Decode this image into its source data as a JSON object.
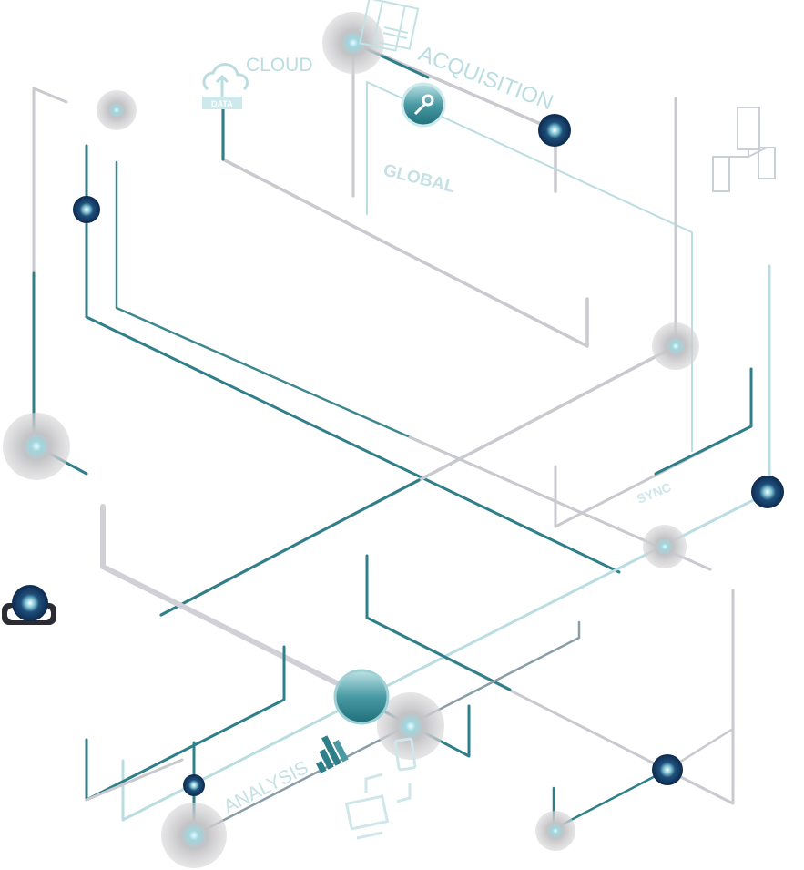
{
  "labels": {
    "cloud": "CLOUD",
    "data": "DATA",
    "acquisition": "ACQUISITION",
    "global": "GLOBAL",
    "sync": "SYNC",
    "analysis": "ANALYSIS"
  },
  "colors": {
    "teal": "#2f7f8a",
    "light_teal": "#b9dde1",
    "gray": "#c9c9d0",
    "dark_node": "#0d2a4f"
  },
  "icons": [
    "cloud-upload-icon",
    "id-card-icon",
    "key-icon",
    "server-network-icon",
    "headset-icon",
    "bar-chart-icon",
    "device-sync-icon"
  ]
}
